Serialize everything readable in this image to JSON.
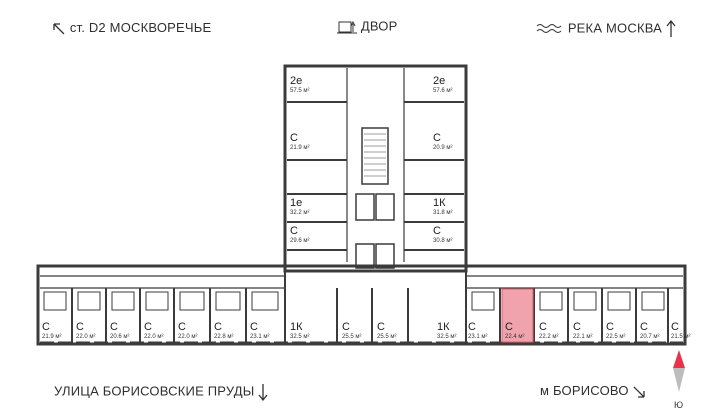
{
  "labels": {
    "top_left": "ст. D2 МОСКВОРЕЧЬЕ",
    "top_center": "ДВОР",
    "top_right": "РЕКА МОСКВА",
    "bottom_left": "УЛИЦА БОРИСОВСКИЕ ПРУДЫ",
    "bottom_right": "м БОРИСОВО",
    "compass": "Ю"
  },
  "colors": {
    "wall": "#3b3b3b",
    "highlight": "#f0a3ad",
    "highlight_border": "#d9606f",
    "compass": "#e8334a"
  },
  "units": [
    {
      "id": "u-2e-left",
      "type": "2е",
      "area": "57.5 м²",
      "highlighted": false
    },
    {
      "id": "u-2e-right",
      "type": "2е",
      "area": "57.6 м²",
      "highlighted": false
    },
    {
      "id": "u-c-219-t",
      "type": "С",
      "area": "21.9 м²",
      "highlighted": false
    },
    {
      "id": "u-c-209-t",
      "type": "С",
      "area": "20.9 м²",
      "highlighted": false
    },
    {
      "id": "u-1e",
      "type": "1е",
      "area": "32.2 м²",
      "highlighted": false
    },
    {
      "id": "u-1k-318",
      "type": "1К",
      "area": "31.8 м²",
      "highlighted": false
    },
    {
      "id": "u-c-296",
      "type": "С",
      "area": "29.6 м²",
      "highlighted": false
    },
    {
      "id": "u-c-308",
      "type": "С",
      "area": "30.8 м²",
      "highlighted": false
    },
    {
      "id": "u-c-219-b",
      "type": "С",
      "area": "21.9 м²",
      "highlighted": false
    },
    {
      "id": "u-c-220-a",
      "type": "С",
      "area": "22.0 м²",
      "highlighted": false
    },
    {
      "id": "u-c-206",
      "type": "С",
      "area": "20.6 м²",
      "highlighted": false
    },
    {
      "id": "u-c-220-b",
      "type": "С",
      "area": "22.0 м²",
      "highlighted": false
    },
    {
      "id": "u-c-220-c",
      "type": "С",
      "area": "22.0 м²",
      "highlighted": false
    },
    {
      "id": "u-c-228",
      "type": "С",
      "area": "22.8 м²",
      "highlighted": false
    },
    {
      "id": "u-c-231-a",
      "type": "С",
      "area": "23.1 м²",
      "highlighted": false
    },
    {
      "id": "u-1k-325-a",
      "type": "1К",
      "area": "32.5 м²",
      "highlighted": false
    },
    {
      "id": "u-c-255-a",
      "type": "С",
      "area": "25.5 м²",
      "highlighted": false
    },
    {
      "id": "u-c-255-b",
      "type": "С",
      "area": "25.5 м²",
      "highlighted": false
    },
    {
      "id": "u-1k-325-b",
      "type": "1К",
      "area": "32.5 м²",
      "highlighted": false
    },
    {
      "id": "u-c-231-b",
      "type": "С",
      "area": "23.1 м²",
      "highlighted": false
    },
    {
      "id": "u-c-224",
      "type": "С",
      "area": "22.4 м²",
      "highlighted": true
    },
    {
      "id": "u-c-222",
      "type": "С",
      "area": "22.2 м²",
      "highlighted": false
    },
    {
      "id": "u-c-221",
      "type": "С",
      "area": "22.1 м²",
      "highlighted": false
    },
    {
      "id": "u-c-225",
      "type": "С",
      "area": "22.5 м²",
      "highlighted": false
    },
    {
      "id": "u-c-207",
      "type": "С",
      "area": "20.7 м²",
      "highlighted": false
    },
    {
      "id": "u-c-215",
      "type": "С",
      "area": "21.5 м²",
      "highlighted": false
    }
  ]
}
